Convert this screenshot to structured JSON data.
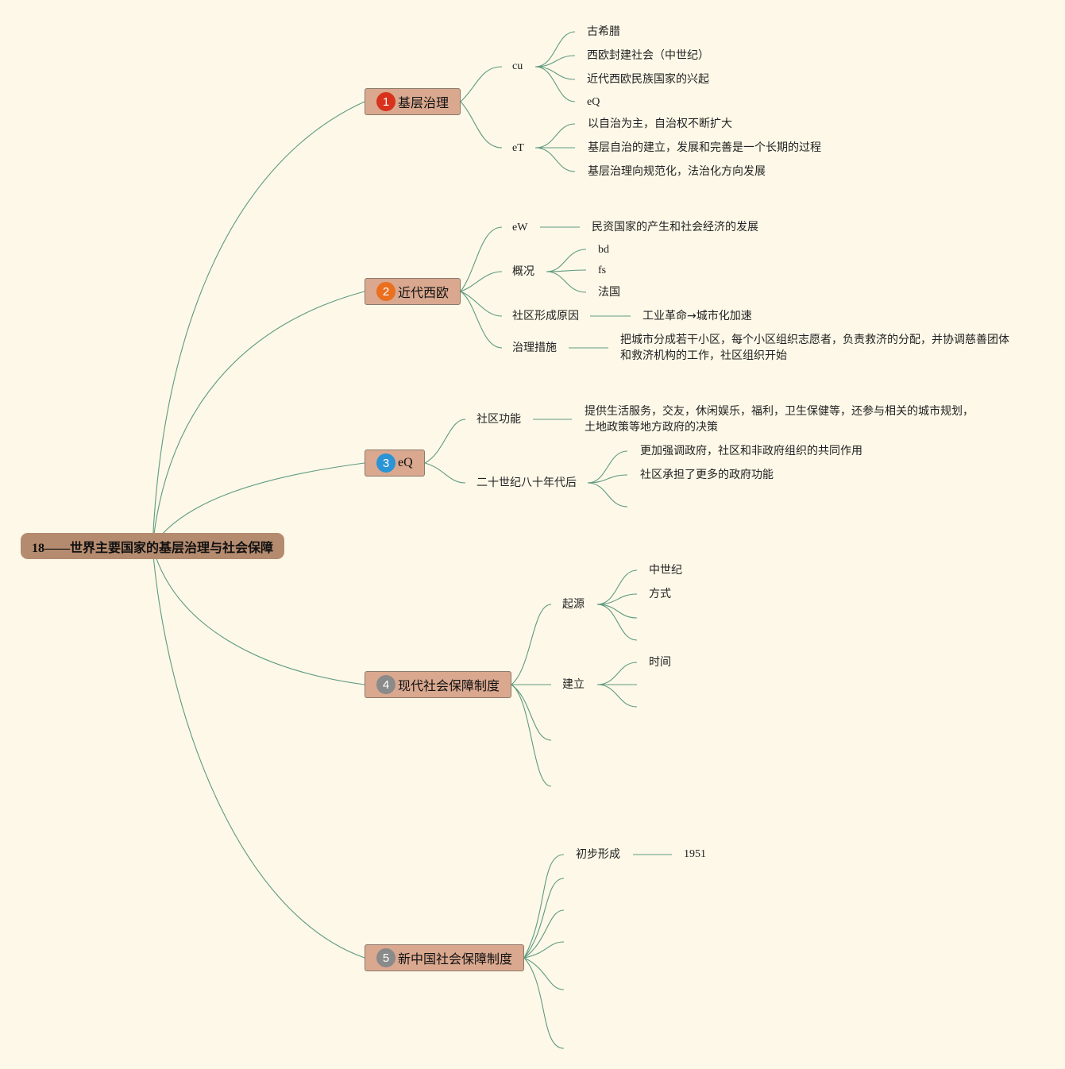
{
  "root": {
    "title": "18——世界主要国家的基层治理与社会保障"
  },
  "branches": {
    "b1": {
      "num": "1",
      "color": "#d8321c",
      "title": "基层治理",
      "c1": {
        "label": "cu",
        "items": [
          "古希腊",
          "西欧封建社会（中世纪）",
          "近代西欧民族国家的兴起",
          "eQ"
        ]
      },
      "c2": {
        "label": "eT",
        "items": [
          "以自治为主，自治权不断扩大",
          "基层自治的建立，发展和完善是一个长期的过程",
          "基层治理向规范化，法治化方向发展"
        ]
      }
    },
    "b2": {
      "num": "2",
      "color": "#ea6f1e",
      "title": "近代西欧",
      "c1": {
        "label": "eW",
        "items": [
          "民资国家的产生和社会经济的发展"
        ]
      },
      "c2": {
        "label": "概况",
        "items": [
          "bd",
          "fs",
          "法国"
        ]
      },
      "c3": {
        "label": "社区形成原因",
        "items": [
          "工业革命→城市化加速"
        ]
      },
      "c4": {
        "label": "治理措施",
        "line1": "把城市分成若干小区，每个小区组织志愿者，负责救济的分配，并协调慈善团体",
        "line2": "和救济机构的工作，社区组织开始"
      }
    },
    "b3": {
      "num": "3",
      "color": "#2a94d6",
      "title": "eQ",
      "c1": {
        "label": "社区功能",
        "line1": "提供生活服务，交友，休闲娱乐，福利，卫生保健等，还参与相关的城市规划，",
        "line2": "土地政策等地方政府的决策"
      },
      "c2": {
        "label": "二十世纪八十年代后",
        "items": [
          "更加强调政府，社区和非政府组织的共同作用",
          "社区承担了更多的政府功能"
        ]
      }
    },
    "b4": {
      "num": "4",
      "color": "#8a8a8a",
      "title": "现代社会保障制度",
      "c1": {
        "label": "起源",
        "items": [
          "中世纪",
          "方式"
        ]
      },
      "c2": {
        "label": "建立",
        "items": [
          "时间"
        ]
      }
    },
    "b5": {
      "num": "5",
      "color": "#8a8a8a",
      "title": "新中国社会保障制度",
      "c1": {
        "label": "初步形成",
        "items": [
          "1951"
        ]
      }
    }
  }
}
